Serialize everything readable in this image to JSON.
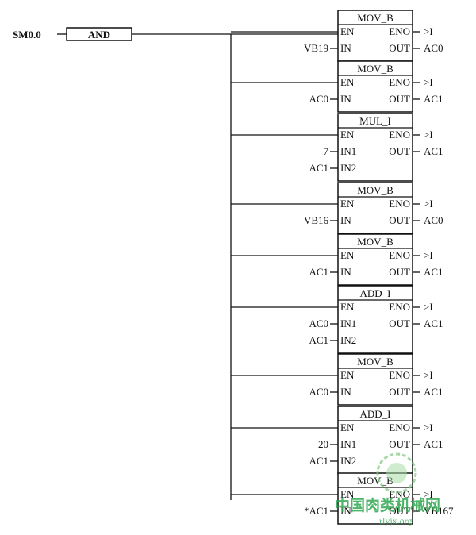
{
  "contact": "SM0.0",
  "and_label": "AND",
  "eno_out": ">I",
  "blocks": [
    {
      "title": "MOV_B",
      "pins": [
        {
          "label": "EN"
        },
        {
          "label": "IN",
          "operand": "VB19"
        }
      ],
      "outs": [
        {
          "label": "ENO"
        },
        {
          "label": "OUT",
          "operand": "AC0"
        }
      ]
    },
    {
      "title": "MOV_B",
      "pins": [
        {
          "label": "EN"
        },
        {
          "label": "IN",
          "operand": "AC0"
        }
      ],
      "outs": [
        {
          "label": "ENO"
        },
        {
          "label": "OUT",
          "operand": "AC1"
        }
      ]
    },
    {
      "title": "MUL_I",
      "pins": [
        {
          "label": "EN"
        },
        {
          "label": "IN1",
          "operand": "7"
        },
        {
          "label": "IN2",
          "operand": "AC1"
        }
      ],
      "outs": [
        {
          "label": "ENO"
        },
        {
          "label": "OUT",
          "operand": "AC1"
        }
      ]
    },
    {
      "title": "MOV_B",
      "pins": [
        {
          "label": "EN"
        },
        {
          "label": "IN",
          "operand": "VB16"
        }
      ],
      "outs": [
        {
          "label": "ENO"
        },
        {
          "label": "OUT",
          "operand": "AC0"
        }
      ]
    },
    {
      "title": "MOV_B",
      "pins": [
        {
          "label": "EN"
        },
        {
          "label": "IN",
          "operand": "AC1"
        }
      ],
      "outs": [
        {
          "label": "ENO"
        },
        {
          "label": "OUT",
          "operand": "AC1"
        }
      ]
    },
    {
      "title": "ADD_I",
      "pins": [
        {
          "label": "EN"
        },
        {
          "label": "IN1",
          "operand": "AC0"
        },
        {
          "label": "IN2",
          "operand": "AC1"
        }
      ],
      "outs": [
        {
          "label": "ENO"
        },
        {
          "label": "OUT",
          "operand": "AC1"
        }
      ]
    },
    {
      "title": "MOV_B",
      "pins": [
        {
          "label": "EN"
        },
        {
          "label": "IN",
          "operand": "AC0"
        }
      ],
      "outs": [
        {
          "label": "ENO"
        },
        {
          "label": "OUT",
          "operand": "AC1"
        }
      ]
    },
    {
      "title": "ADD_I",
      "pins": [
        {
          "label": "EN"
        },
        {
          "label": "IN1",
          "operand": "20"
        },
        {
          "label": "IN2",
          "operand": "AC1"
        }
      ],
      "outs": [
        {
          "label": "ENO"
        },
        {
          "label": "OUT",
          "operand": "AC1"
        }
      ]
    },
    {
      "title": "MOV_B",
      "pins": [
        {
          "label": "EN"
        },
        {
          "label": "IN",
          "operand": "*AC1"
        }
      ],
      "outs": [
        {
          "label": "ENO"
        },
        {
          "label": "OUT",
          "operand": "VB167"
        }
      ]
    }
  ],
  "watermark": {
    "site_name": "中国肉类机械网",
    "url": "rlyjx.org"
  }
}
